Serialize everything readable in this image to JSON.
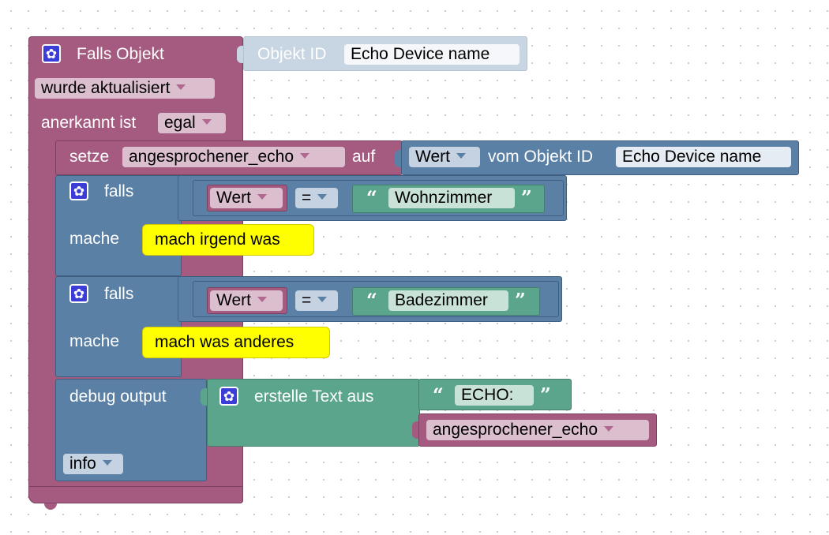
{
  "trigger": {
    "title": "Falls Objekt",
    "object_label": "Objekt ID",
    "object_value": "Echo Device name",
    "event": "wurde aktualisiert",
    "ack_label": "anerkannt ist",
    "ack_value": "egal"
  },
  "set_block": {
    "label": "setze",
    "variable": "angesprochener_echo",
    "to_label": "auf",
    "value_type": "Wert",
    "from_label": "vom Objekt ID",
    "object_value": "Echo Device name"
  },
  "if_blocks": [
    {
      "if_label": "falls",
      "left": "Wert",
      "operator": "=",
      "text": "Wohnzimmer",
      "do_label": "mache",
      "do_action": "mach irgend was"
    },
    {
      "if_label": "falls",
      "left": "Wert",
      "operator": "=",
      "text": "Badezimmer",
      "do_label": "mache",
      "do_action": "mach was anderes"
    }
  ],
  "debug": {
    "label": "debug output",
    "create_text_label": "erstelle Text aus",
    "text": "ECHO:",
    "variable": "angesprochener_echo",
    "level": "info"
  },
  "quotes": {
    "open": "“",
    "close": "”"
  },
  "colors": {
    "trigger": "#a55b80",
    "logic": "#5b80a5",
    "text": "#5ba58c",
    "comment": "#ffff00",
    "object_id": "#c8d5e2",
    "gear": "#3c3cd6"
  }
}
